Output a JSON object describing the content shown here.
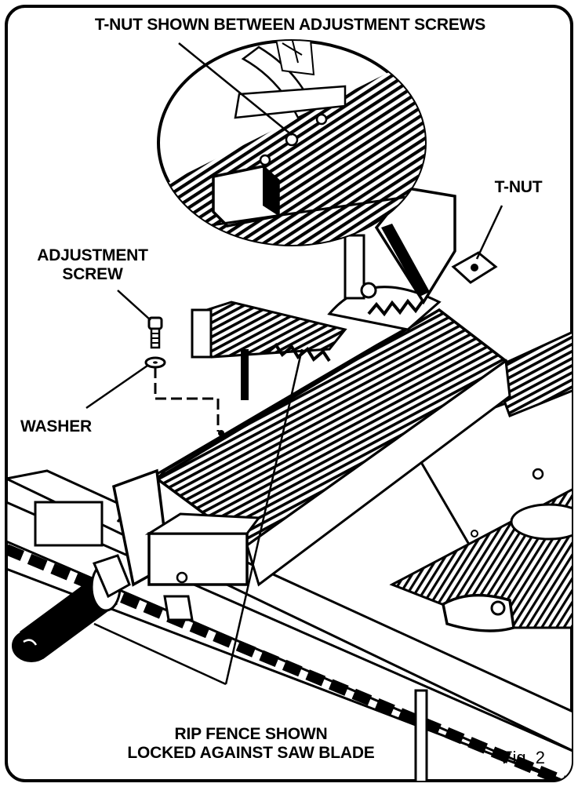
{
  "figure": {
    "caption": "Fig. 2",
    "ink_color": "#000000",
    "paper_color": "#ffffff"
  },
  "callouts": {
    "tnut_between_screws": "T-NUT SHOWN BETWEEN ADJUSTMENT SCREWS",
    "tnut": "T-NUT",
    "adjustment_screw_line1": "ADJUSTMENT",
    "adjustment_screw_line2": "SCREW",
    "washer": "WASHER",
    "rip_fence_line1": "RIP FENCE SHOWN",
    "rip_fence_line2": "LOCKED AGAINST SAW BLADE"
  }
}
